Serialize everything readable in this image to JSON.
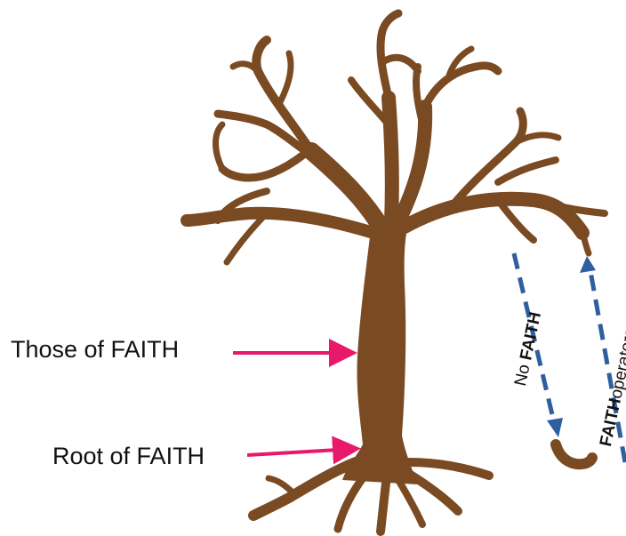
{
  "labels": {
    "those_of_faith": "Those of FAITH",
    "root_of_faith": "Root of FAITH"
  },
  "vertical_labels": {
    "no_prefix": "No",
    "no_bold": "FAITH",
    "faith_bold": "FAITH",
    "faith_suffix": "operators"
  },
  "colors": {
    "tree": "#7a4a22",
    "arrow_pink": "#e8196a",
    "arrow_blue": "#2f5f9e",
    "text": "#111111"
  }
}
